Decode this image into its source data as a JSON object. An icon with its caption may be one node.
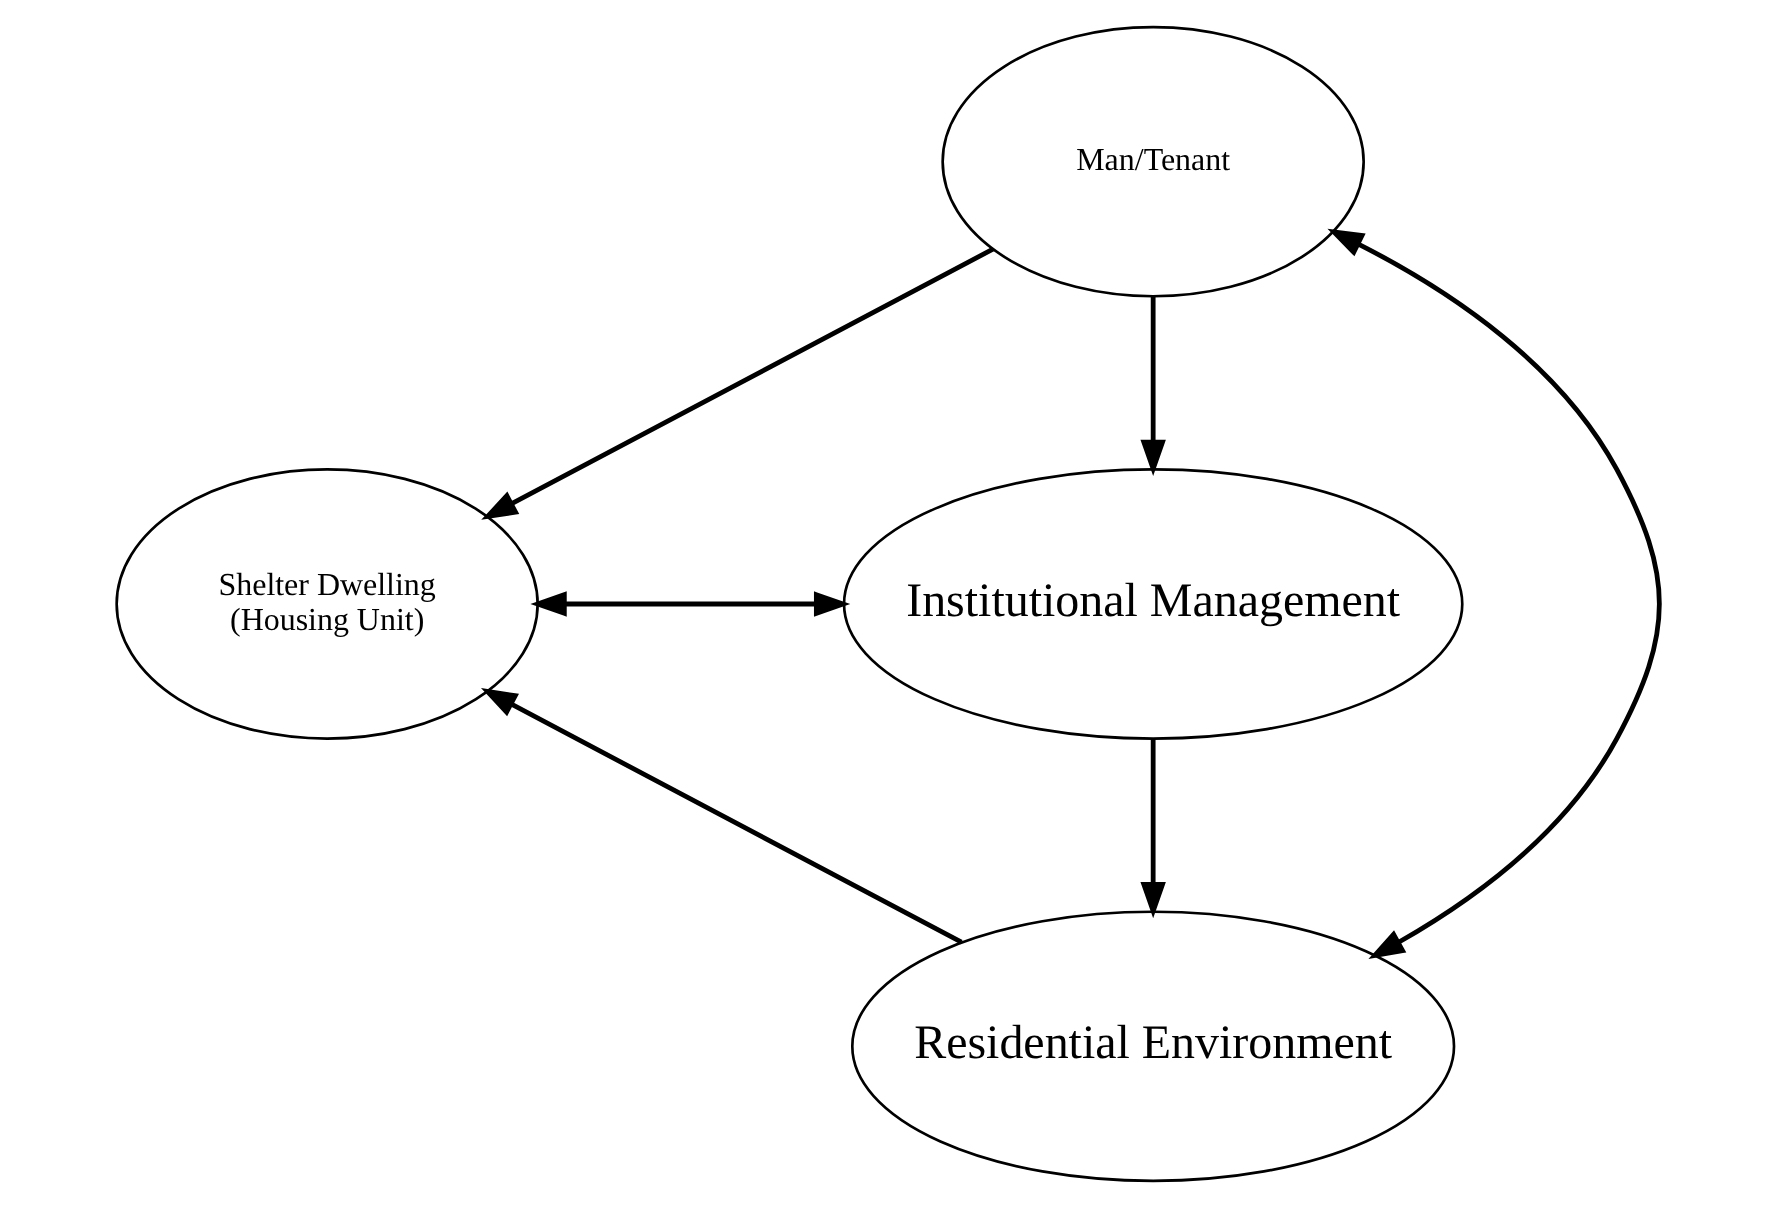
{
  "diagram": {
    "nodes": [
      {
        "text": [
          "Man/Tenant"
        ]
      },
      {
        "text": [
          "Shelter Dwelling",
          "(Housing Unit)"
        ]
      },
      {
        "text": [
          "Institutional Management"
        ]
      },
      {
        "text": [
          "Residential Environment"
        ]
      }
    ],
    "edges": [
      {
        "from": 0,
        "to": 1,
        "arrow": "to"
      },
      {
        "from": 0,
        "to": 2,
        "arrow": "to"
      },
      {
        "from": 2,
        "to": 3,
        "arrow": "to"
      },
      {
        "from": 3,
        "to": 1,
        "arrow": "to"
      },
      {
        "from": 1,
        "to": 2,
        "arrow": "both"
      },
      {
        "from": 0,
        "to": 3,
        "arrow": "both"
      }
    ]
  }
}
